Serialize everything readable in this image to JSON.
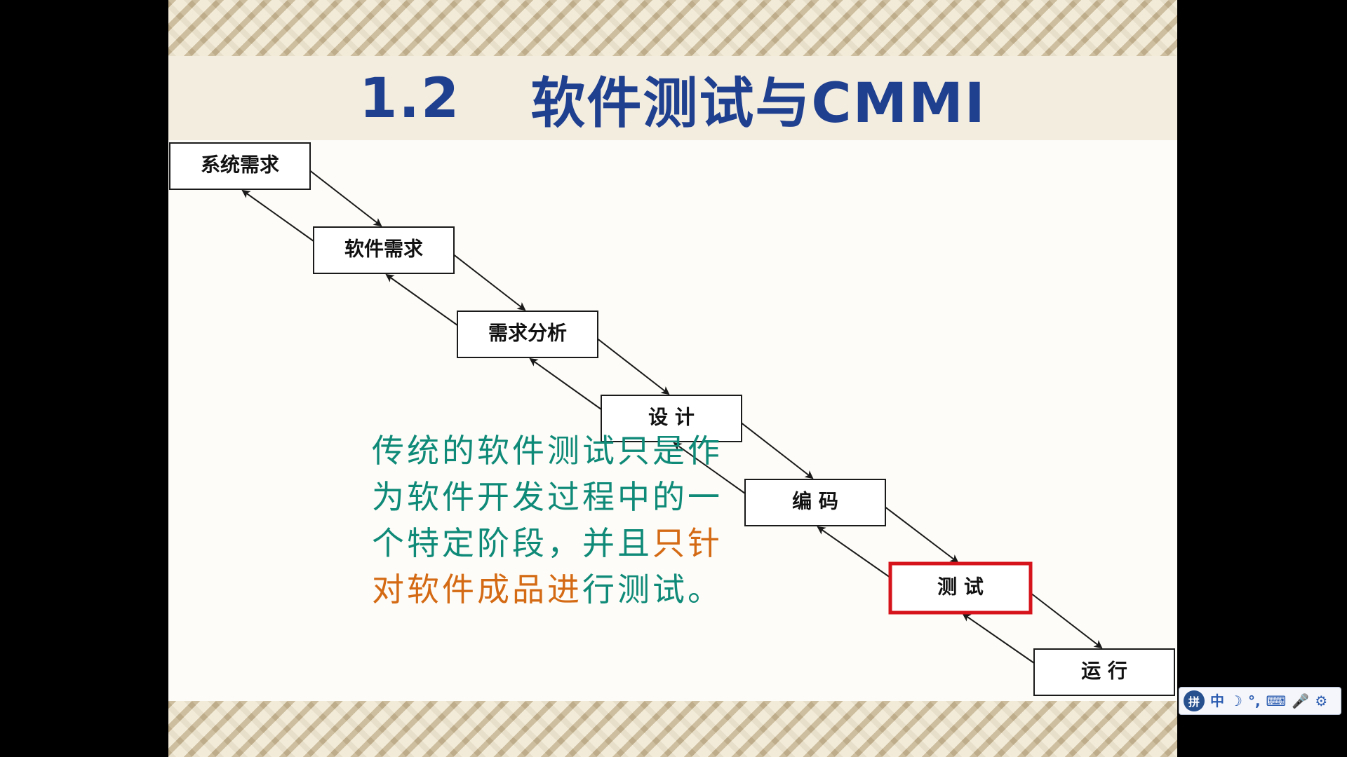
{
  "slide": {
    "title_number": "1.2",
    "title_text": "软件测试与CMMI",
    "stages": [
      {
        "label": "系统需求",
        "highlighted": false
      },
      {
        "label": "软件需求",
        "highlighted": false
      },
      {
        "label": "需求分析",
        "highlighted": false
      },
      {
        "label": "设 计",
        "highlighted": false
      },
      {
        "label": "编 码",
        "highlighted": false
      },
      {
        "label": "测 试",
        "highlighted": true
      },
      {
        "label": "运 行",
        "highlighted": false
      }
    ],
    "caption_parts": {
      "normal_1": "传统的软件测试只是作为软件开发过程中的一个特定阶段，并且",
      "highlight": "只针对软件成品进",
      "normal_2": "行测试。"
    },
    "colors": {
      "title": "#1f3f8f",
      "caption": "#0f8a78",
      "caption_highlight": "#d46a14",
      "highlight_box": "#d6131b"
    }
  },
  "ime_toolbar": {
    "logo": "拼",
    "items": [
      "中",
      "☽",
      "°,",
      "⌨",
      "🎤",
      "⚙"
    ]
  }
}
